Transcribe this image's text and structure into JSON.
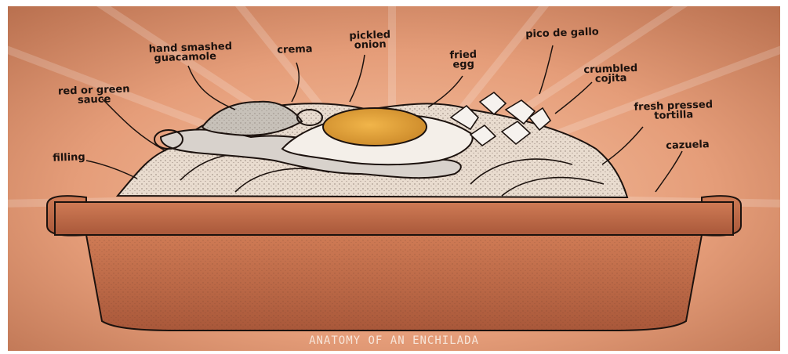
{
  "diagram": {
    "title": "ANATOMY OF AN ENCHILADA",
    "labels": {
      "hand_smashed_guacamole": [
        "hand smashed",
        "guacamole"
      ],
      "crema": "crema",
      "pickled_onion": [
        "pickled",
        "onion"
      ],
      "fried_egg": [
        "fried",
        "egg"
      ],
      "pico_de_gallo": "pico de gallo",
      "crumbled_cojita": [
        "crumbled",
        "cojita"
      ],
      "fresh_pressed_tortilla": [
        "fresh pressed",
        "tortilla"
      ],
      "red_or_green_sauce": [
        "red or green",
        "sauce"
      ],
      "filling": "filling",
      "cazuela": "cazuela"
    }
  },
  "colors": {
    "background_light": "#f1b48e",
    "background_dark": "#b36c4c",
    "clay": "#c7704b",
    "clay_dark": "#8e4328",
    "yolk": "#e7a63a",
    "ink": "#1c120e"
  }
}
